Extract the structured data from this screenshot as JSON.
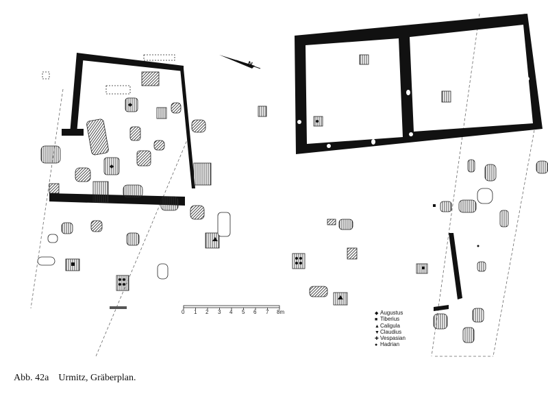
{
  "caption": {
    "number": "Abb. 42a",
    "title": "Urmitz, Gräberplan."
  },
  "legend": {
    "items": [
      {
        "symbol": "◆",
        "label": "Augustus"
      },
      {
        "symbol": "■",
        "label": "Tiberius"
      },
      {
        "symbol": "▲",
        "label": "Caligula"
      },
      {
        "symbol": "▼",
        "label": "Claudius"
      },
      {
        "symbol": "✚",
        "label": "Vespasian"
      },
      {
        "symbol": "●",
        "label": "Hadrian"
      }
    ]
  },
  "scale_bar": {
    "labels": [
      "0",
      "1",
      "2",
      "3",
      "4",
      "5",
      "6",
      "7",
      "8m"
    ]
  },
  "north_arrow": {
    "label": "N"
  }
}
